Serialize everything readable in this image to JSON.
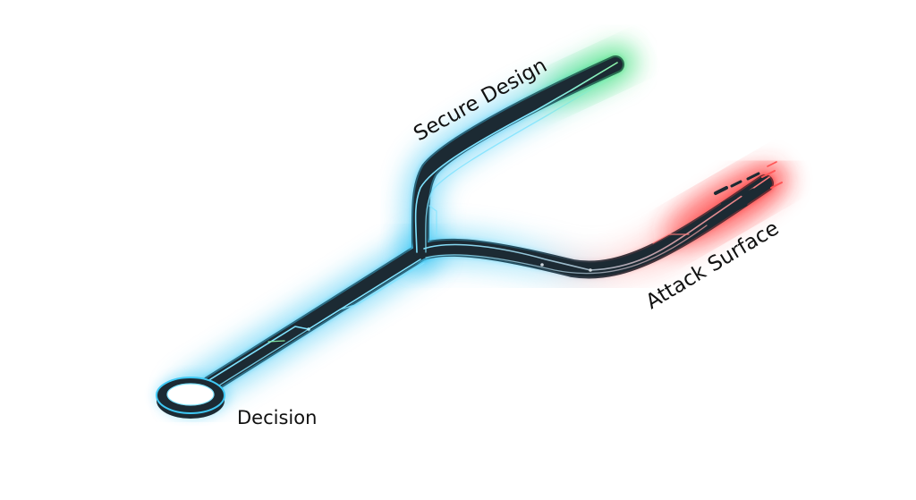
{
  "labels": {
    "start": "Decision",
    "upper_branch": "Secure Design",
    "lower_branch": "Attack Surface"
  },
  "colors": {
    "trunk_glow": "#3fc8f4",
    "secure_glow": "#41e07a",
    "attack_glow": "#ff2a2a",
    "track_dark": "#1c2a33",
    "trace_cyan": "#7fe3ff",
    "trace_green": "#8cf5a8",
    "trace_red": "#ff7a7a",
    "text": "#111111"
  }
}
